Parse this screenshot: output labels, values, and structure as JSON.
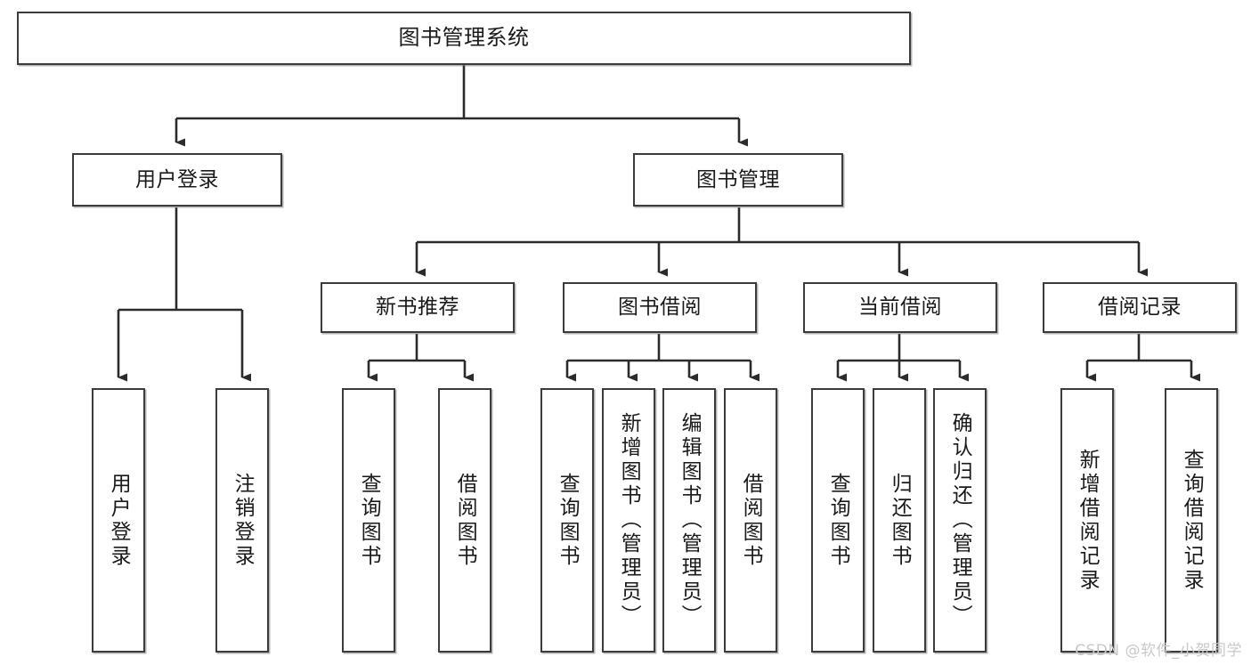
{
  "diagram": {
    "type": "tree",
    "title": "图书管理系统",
    "watermark": "CSDN @软件_小贺同学",
    "colors": {
      "box_border": "#3b3b3b",
      "box_fill": "#ffffff",
      "edge": "#2b2b2b",
      "text": "#1a1a1a",
      "watermark": "#c9c9c9"
    },
    "levels": {
      "root": {
        "label": "图书管理系统"
      },
      "level2": [
        {
          "label": "用户登录"
        },
        {
          "label": "图书管理"
        }
      ],
      "level3": [
        {
          "label": "新书推荐"
        },
        {
          "label": "图书借阅"
        },
        {
          "label": "当前借阅"
        },
        {
          "label": "借阅记录"
        }
      ]
    },
    "leaves": {
      "user_login": [
        {
          "label": "用户登录"
        },
        {
          "label": "注销登录"
        }
      ],
      "new_book_recommend": [
        {
          "label": "查询图书"
        },
        {
          "label": "借阅图书"
        }
      ],
      "book_borrow": [
        {
          "label": "查询图书"
        },
        {
          "label": "新增图书（管理员）"
        },
        {
          "label": "编辑图书（管理员）"
        },
        {
          "label": "借阅图书"
        }
      ],
      "current_borrow": [
        {
          "label": "查询图书"
        },
        {
          "label": "归还图书"
        },
        {
          "label": "确认归还（管理员）"
        }
      ],
      "borrow_record": [
        {
          "label": "新增借阅记录"
        },
        {
          "label": "查询借阅记录"
        }
      ]
    }
  }
}
